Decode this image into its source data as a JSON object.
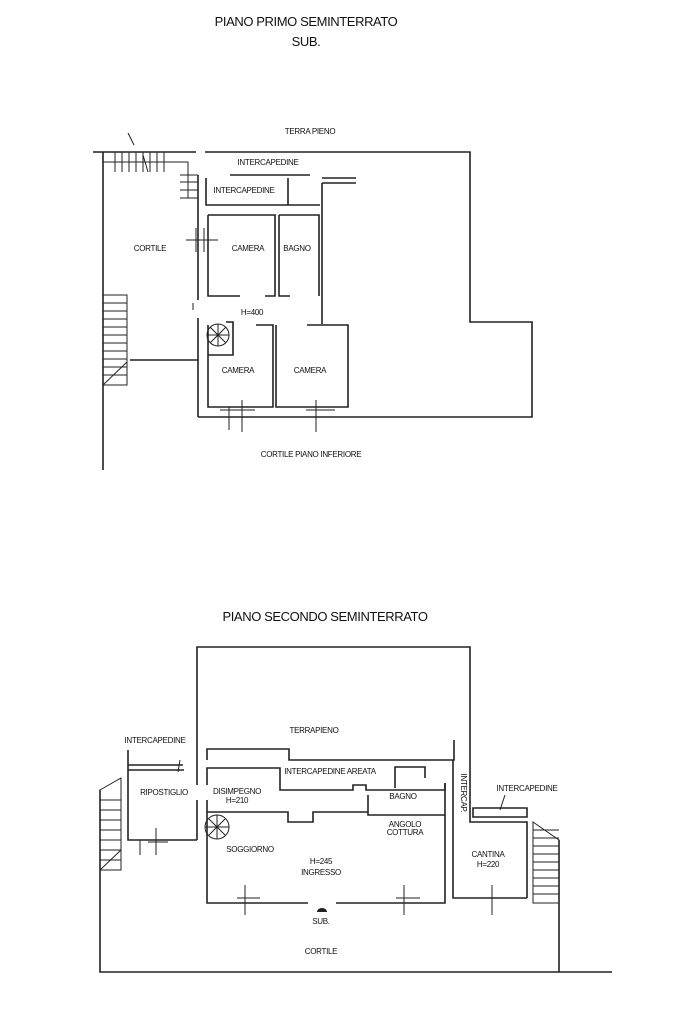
{
  "plan_first": {
    "title": "PIANO PRIMO SEMINTERRATO",
    "subtitle": "SUB.",
    "labels": {
      "terra_pieno": "TERRA PIENO",
      "intercapedine_top": "INTERCAPEDINE",
      "intercapedine_inner": "INTERCAPEDINE",
      "cortile": "CORTILE",
      "camera_1": "CAMERA",
      "bagno": "BAGNO",
      "height": "H=400",
      "camera_2": "CAMERA",
      "camera_3": "CAMERA",
      "cortile_inferiore": "CORTILE PIANO INFERIORE"
    }
  },
  "plan_second": {
    "title": "PIANO SECONDO SEMINTERRATO",
    "labels": {
      "terrapieno": "TERRAPIENO",
      "intercapedine_left": "INTERCAPEDINE",
      "intercapedine_areata": "INTERCAPEDINE AREATA",
      "intercap": "INTERCAP.",
      "intercapedine_right": "INTERCAPEDINE",
      "ripostiglio": "RIPOSTIGLIO",
      "disimpegno": "DISIMPEGNO",
      "disimpegno_h": "H=210",
      "bagno": "BAGNO",
      "angolo": "ANGOLO",
      "cottura": "COTTURA",
      "soggiorno": "SOGGIORNO",
      "ingresso_h": "H=245",
      "ingresso": "INGRESSO",
      "cantina": "CANTINA",
      "cantina_h": "H=220",
      "sub": "SUB.",
      "cortile": "CORTILE"
    }
  }
}
